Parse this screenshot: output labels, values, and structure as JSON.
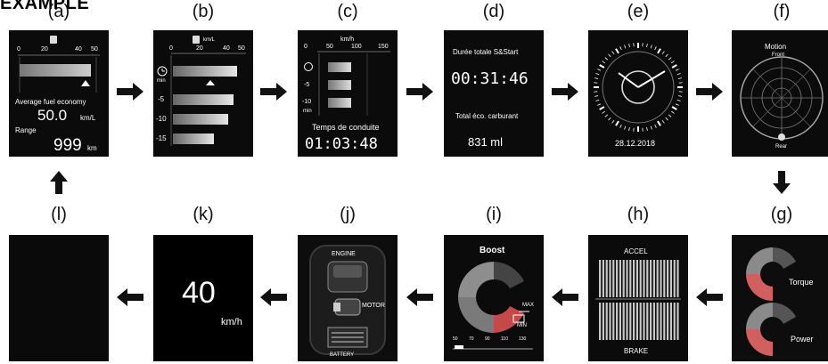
{
  "heading": "EXAMPLE",
  "captions": [
    "(a)",
    "(b)",
    "(c)",
    "(d)",
    "(e)",
    "(f)",
    "(g)",
    "(h)",
    "(i)",
    "(j)",
    "(k)",
    "(l)"
  ],
  "a": {
    "ticks": [
      "0",
      "20",
      "40",
      "50"
    ],
    "label": "Average fuel economy",
    "economy": "50.0",
    "economy_unit": "km/L",
    "range_label": "Range",
    "range": "999",
    "range_unit": "km"
  },
  "b": {
    "ticks": [
      "0",
      "20",
      "40",
      "50"
    ],
    "unit": "km/L",
    "min": "min",
    "rows": [
      "-5",
      "-10",
      "-15"
    ]
  },
  "c": {
    "unit": "km/h",
    "ticks": [
      "0",
      "50",
      "100",
      "150"
    ],
    "rows": [
      "-5",
      "-10"
    ],
    "min": "min",
    "label": "Temps de conduite",
    "time": "01:03:48"
  },
  "d": {
    "label1": "Durée totale S&Start",
    "time": "00:31:46",
    "label2": "Total éco. carburant",
    "value": "831 ml"
  },
  "e": {
    "date": "28.12.2018"
  },
  "f": {
    "title": "Motion",
    "front": "Front",
    "rear": "Rear"
  },
  "g": {
    "torque": "Torque",
    "power": "Power"
  },
  "h": {
    "accel": "ACCEL",
    "brake": "BRAKE"
  },
  "i": {
    "title": "Boost",
    "max": "MAX",
    "min": "MIN",
    "ticks": [
      "50",
      "70",
      "90",
      "110",
      "130"
    ]
  },
  "j": {
    "engine": "ENGINE",
    "motor": "MOTOR",
    "battery": "BATTERY"
  },
  "k": {
    "speed": "40",
    "unit": "km/h"
  },
  "colors": {
    "panel": "#0b0b0b",
    "arrow": "#111111",
    "gray": "#9a9a9a"
  }
}
